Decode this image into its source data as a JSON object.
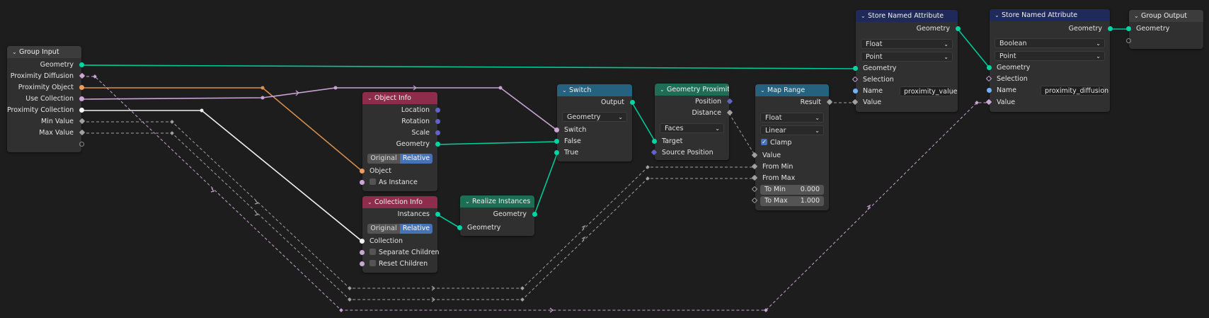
{
  "colors": {
    "geometry": "#00d6a3",
    "boolean": "#cca6d6",
    "float": "#a1a1a1",
    "vector": "#6363c7",
    "object": "#ed9e5c",
    "collection": "#f5f5f5",
    "string": "#70b2ff",
    "input_header": "#3c3c3c",
    "attribute_header": "#1f2a5a",
    "info_header": "#8e2c4b",
    "geometry_header": "#1e6e55",
    "utility_header": "#25627f"
  },
  "group_input": {
    "title": "Group Input",
    "outputs": [
      "Geometry",
      "Proximity Diffusion",
      "Proximity Object",
      "Use Collection",
      "Proximity Collection",
      "Min Value",
      "Max Value"
    ]
  },
  "object_info": {
    "title": "Object Info",
    "outputs": [
      "Location",
      "Rotation",
      "Scale",
      "Geometry"
    ],
    "mode_original": "Original",
    "mode_relative": "Relative",
    "input_object": "Object",
    "as_instance": "As Instance"
  },
  "collection_info": {
    "title": "Collection Info",
    "output_instances": "Instances",
    "mode_original": "Original",
    "mode_relative": "Relative",
    "input_collection": "Collection",
    "separate_children": "Separate Children",
    "reset_children": "Reset Children"
  },
  "realize_instances": {
    "title": "Realize Instances",
    "output_geometry": "Geometry",
    "input_geometry": "Geometry"
  },
  "switch": {
    "title": "Switch",
    "output": "Output",
    "type": "Geometry",
    "in_switch": "Switch",
    "in_false": "False",
    "in_true": "True"
  },
  "geometry_proximity": {
    "title": "Geometry Proximity",
    "out_position": "Position",
    "out_distance": "Distance",
    "target_element": "Faces",
    "in_target": "Target",
    "in_source_position": "Source Position"
  },
  "map_range": {
    "title": "Map Range",
    "output_result": "Result",
    "data_type": "Float",
    "interpolation": "Linear",
    "clamp": "Clamp",
    "in_value": "Value",
    "in_from_min": "From Min",
    "in_from_max": "From Max",
    "to_min_label": "To Min",
    "to_min_value": "0.000",
    "to_max_label": "To Max",
    "to_max_value": "1.000"
  },
  "store_attr_1": {
    "title": "Store Named Attribute",
    "output_geometry": "Geometry",
    "data_type": "Float",
    "domain": "Point",
    "in_geometry": "Geometry",
    "in_selection": "Selection",
    "name_label": "Name",
    "name_value": "proximity_value",
    "in_value": "Value"
  },
  "store_attr_2": {
    "title": "Store Named Attribute",
    "output_geometry": "Geometry",
    "data_type": "Boolean",
    "domain": "Point",
    "in_geometry": "Geometry",
    "in_selection": "Selection",
    "name_label": "Name",
    "name_value": "proximity_diffusion",
    "in_value": "Value"
  },
  "group_output": {
    "title": "Group Output",
    "in_geometry": "Geometry"
  }
}
